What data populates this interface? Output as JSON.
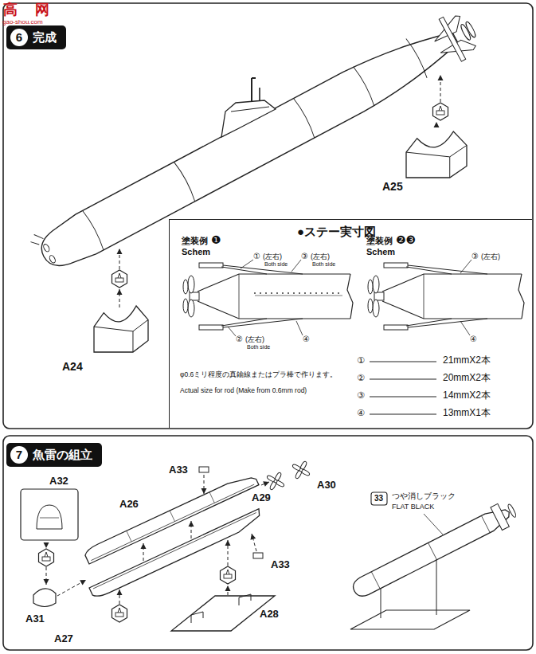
{
  "diagram": {
    "nodes": [
      {
        "text": [
          "6",
          "完成"
        ]
      },
      {
        "text": [
          "●ステー実寸図"
        ]
      },
      {
        "text": [
          "7",
          "魚雷の組立"
        ]
      }
    ],
    "labels": [
      "高",
      "网",
      "gao-shou.com",
      "A25",
      "A24",
      "塗装例",
      "❶",
      "Schem",
      "①",
      "(左右)",
      "Both side",
      "③",
      "(左右)",
      "Both side",
      "②",
      "(左右)",
      "Both side",
      "④",
      "塗装例",
      "❷❸",
      "Schem",
      "③",
      "(左右)",
      "④",
      "φ0.6ミリ程度の真鍮線またはプラ棒で作ります。",
      "Actual size for rod (Make from 0.6mm rod)",
      "①",
      "21mmX2本",
      "②",
      "20mmX2本",
      "③",
      "14mmX2本",
      "④",
      "13mmX1本",
      "A33",
      "A30",
      "A29",
      "A26",
      "A32",
      "A33",
      "A31",
      "A27",
      "A28",
      "33",
      "つや消しブラック",
      "FLAT BLACK"
    ]
  }
}
